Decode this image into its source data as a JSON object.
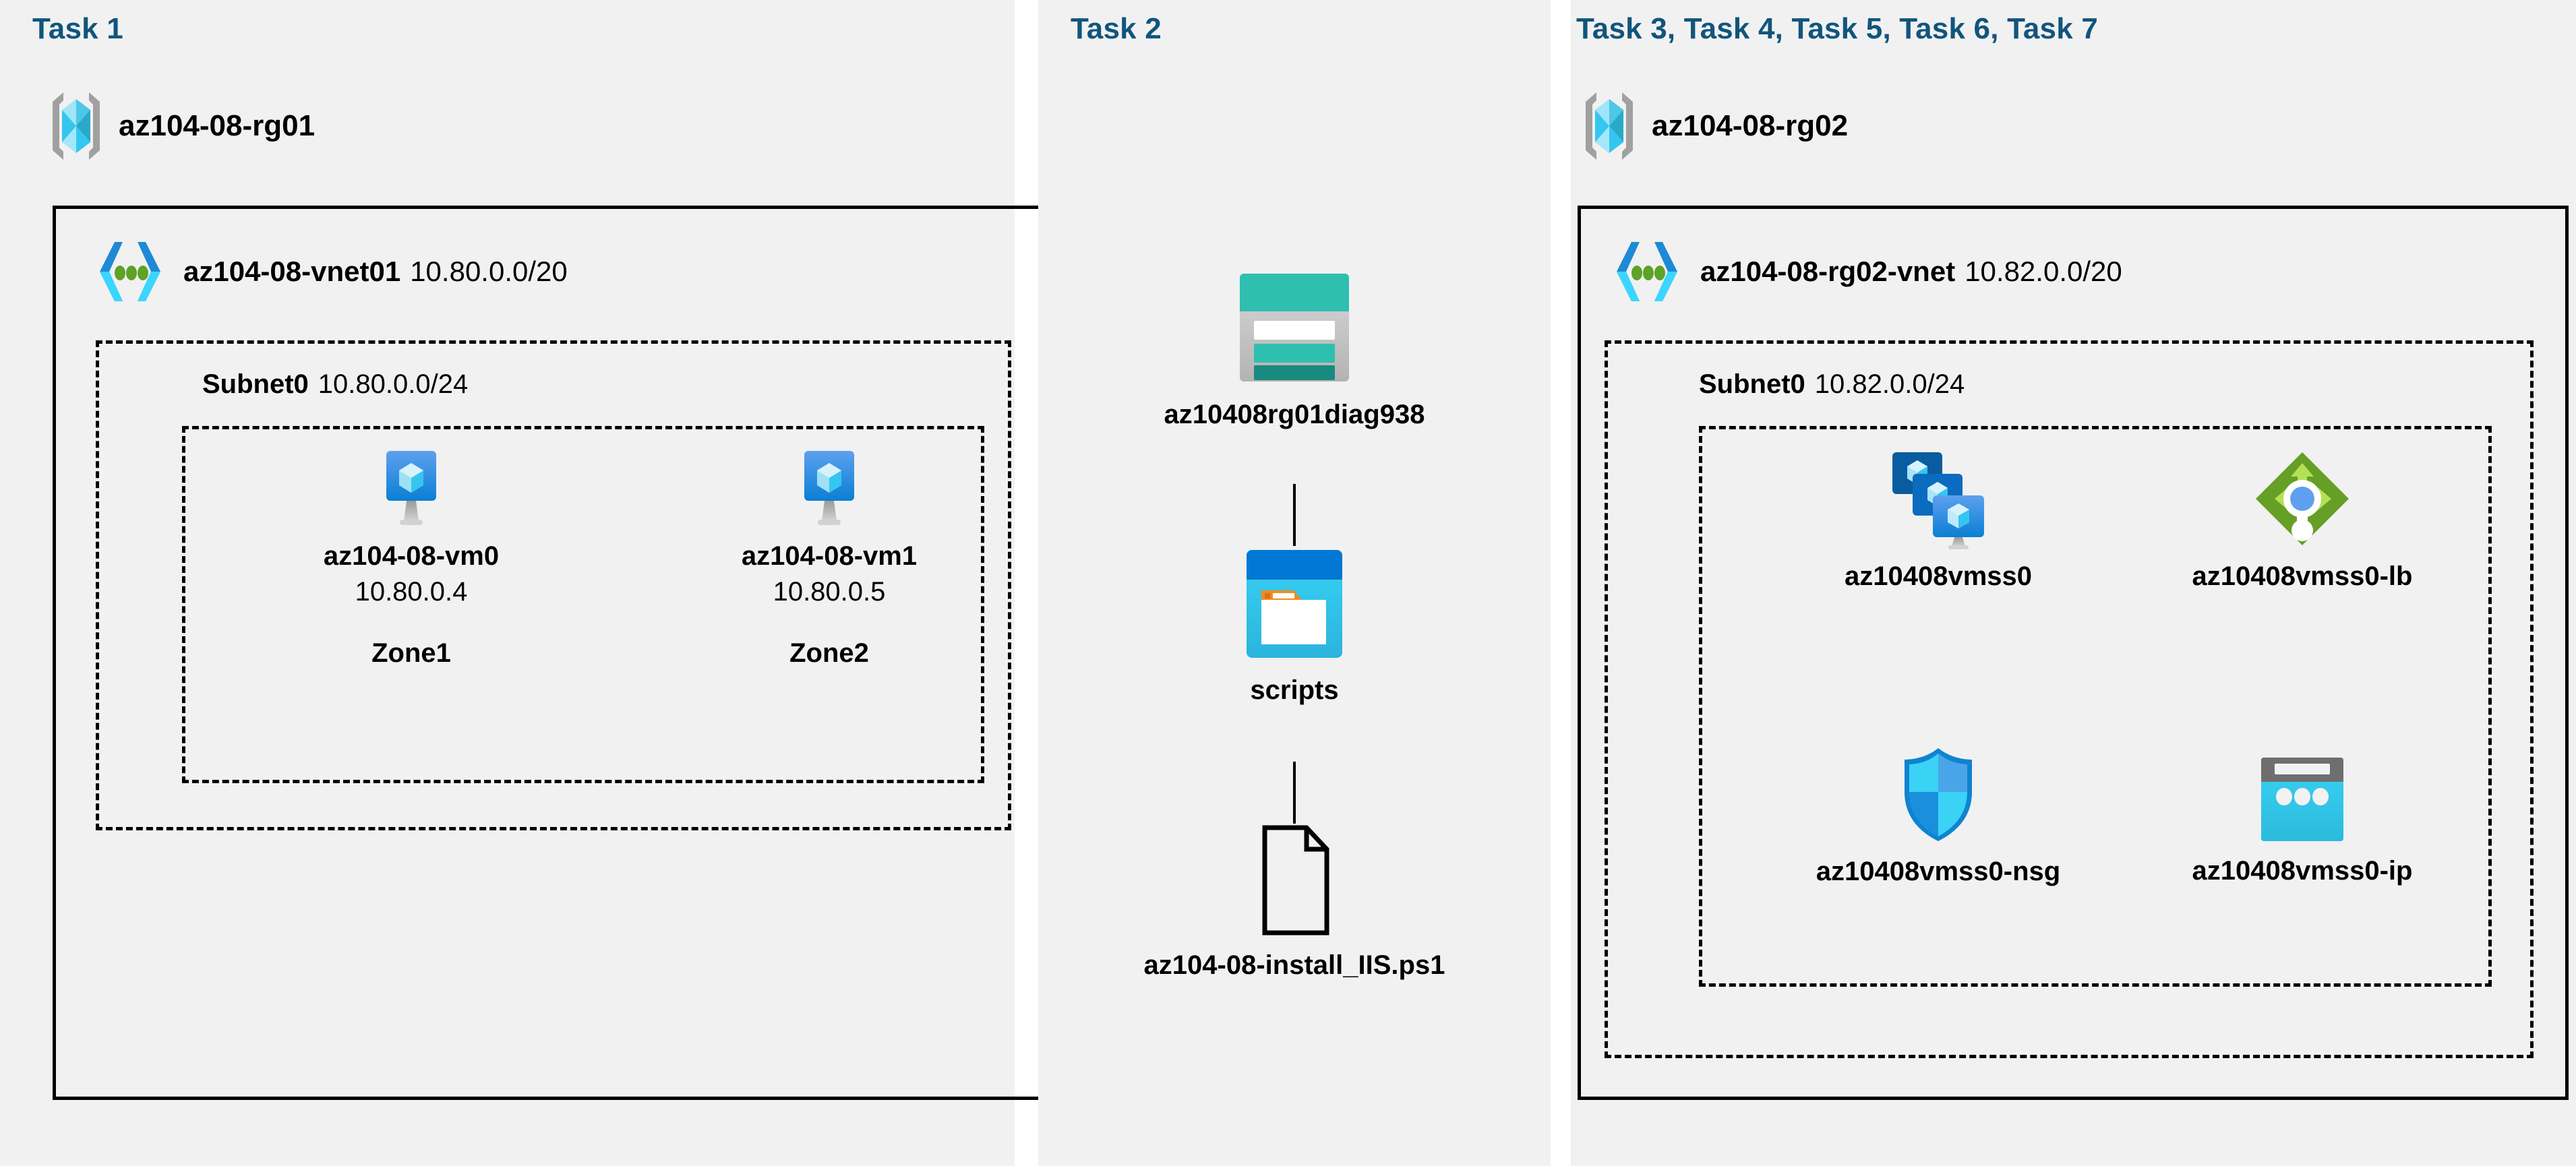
{
  "panels": [
    {
      "id": "task1",
      "title": "Task 1",
      "resource_group": {
        "name": "az104-08-rg01",
        "icon": "resource-group-icon"
      },
      "vnet": {
        "name": "az104-08-vnet01",
        "cidr": "10.80.0.0/20",
        "icon": "virtual-network-icon"
      },
      "subnet": {
        "name": "Subnet0",
        "cidr": "10.80.0.0/24"
      },
      "vms": [
        {
          "name": "az104-08-vm0",
          "ip": "10.80.0.4",
          "zone": "Zone1",
          "icon": "virtual-machine-icon"
        },
        {
          "name": "az104-08-vm1",
          "ip": "10.80.0.5",
          "zone": "Zone2",
          "icon": "virtual-machine-icon"
        }
      ]
    },
    {
      "id": "task2",
      "title": "Task 2",
      "items": [
        {
          "name": "az10408rg01diag938",
          "icon": "storage-account-icon"
        },
        {
          "name": "scripts",
          "icon": "blob-container-icon"
        },
        {
          "name": "az104-08-install_IIS.ps1",
          "icon": "file-icon"
        }
      ]
    },
    {
      "id": "task3",
      "title": "Task 3, Task 4, Task 5, Task 6, Task 7",
      "resource_group": {
        "name": "az104-08-rg02",
        "icon": "resource-group-icon"
      },
      "vnet": {
        "name": "az104-08-rg02-vnet",
        "cidr": "10.82.0.0/20",
        "icon": "virtual-network-icon"
      },
      "subnet": {
        "name": "Subnet0",
        "cidr": "10.82.0.0/24"
      },
      "resources": [
        {
          "name": "az10408vmss0",
          "icon": "vm-scale-set-icon"
        },
        {
          "name": "az10408vmss0-lb",
          "icon": "load-balancer-icon"
        },
        {
          "name": "az10408vmss0-nsg",
          "icon": "network-security-group-icon"
        },
        {
          "name": "az10408vmss0-ip",
          "icon": "public-ip-address-icon"
        }
      ]
    }
  ],
  "colors": {
    "task_title": "#11557c",
    "panel_background": "#f1f1f1",
    "border": "#000000",
    "azure_blue": "#0078d4",
    "azure_cyan": "#32c8f0",
    "storage_teal": "#2fbfb0",
    "lb_green": "#76bc2d",
    "lb_dot_blue": "#5ea0ef"
  }
}
